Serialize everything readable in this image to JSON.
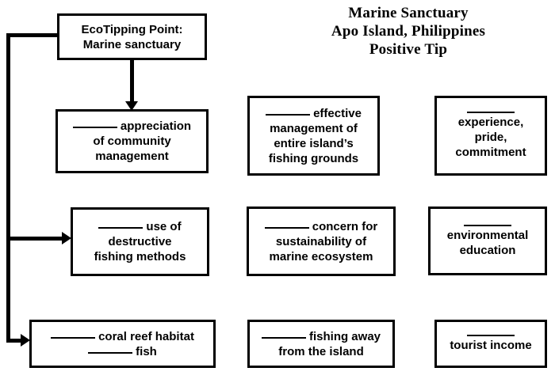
{
  "title": {
    "line1": "Marine Sanctuary",
    "line2": "Apo Island, Philippines",
    "line3": "Positive Tip"
  },
  "diagram": {
    "type": "flowchart",
    "blank_marker": "______",
    "boxes": {
      "eco_tipping_point": {
        "id": "box-eco",
        "lines": [
          "EcoTipping Point:",
          "Marine sanctuary"
        ]
      },
      "appreciation": {
        "id": "box-appr",
        "line1_after_blank": "appreciation",
        "line2": "of community",
        "line3": "management"
      },
      "destructive_fishing": {
        "id": "box-destr",
        "line1_after_blank": "use of",
        "line2": "destructive",
        "line3": "fishing methods"
      },
      "coral_reef": {
        "id": "box-coral",
        "line1_after_blank": "coral reef habitat",
        "line2_after_blank": "fish"
      },
      "effective_management": {
        "id": "box-mgmt",
        "line1_after_blank": "effective",
        "line2": "management of",
        "line3": "entire island’s",
        "line4": "fishing grounds"
      },
      "concern_sustainability": {
        "id": "box-concern",
        "line1_after_blank": "concern for",
        "line2": "sustainability of",
        "line3": "marine ecosystem"
      },
      "fishing_away": {
        "id": "box-away",
        "line1_after_blank": "fishing away",
        "line2": "from the island"
      },
      "experience_pride": {
        "id": "box-exp",
        "line1": "experience,",
        "line2": "pride,",
        "line3": "commitment"
      },
      "environmental_education": {
        "id": "box-envedu",
        "line1": "environmental",
        "line2": "education"
      },
      "tourist_income": {
        "id": "box-tourist",
        "line1": "tourist income"
      }
    },
    "connectors": [
      {
        "from": "eco_tipping_point",
        "to": "appreciation",
        "style": "arrow-down"
      },
      {
        "from": "eco_tipping_point",
        "to": "destructive_fishing",
        "style": "elbow-left-arrow-right"
      },
      {
        "from": "eco_tipping_point",
        "to": "coral_reef",
        "style": "elbow-left-arrow-right"
      }
    ],
    "colors": {
      "stroke": "#000000",
      "background": "#ffffff",
      "text": "#000000"
    }
  }
}
